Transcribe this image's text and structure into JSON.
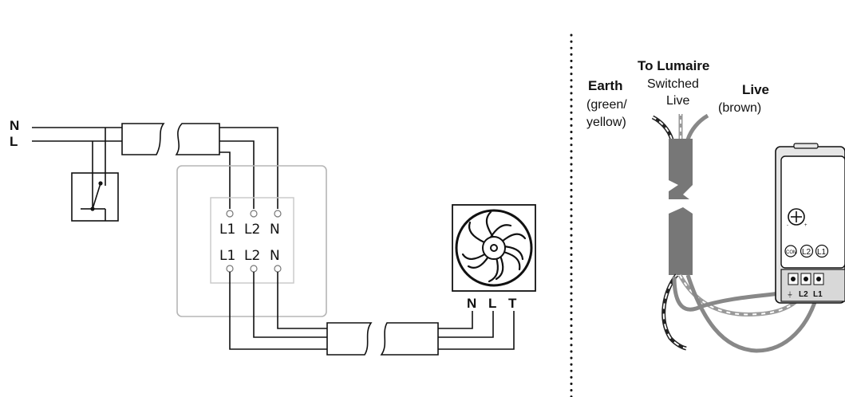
{
  "left_diagram": {
    "supply_labels": {
      "neutral": "N",
      "live": "L"
    },
    "switch_terminals_top": [
      "L1",
      "L2",
      "N"
    ],
    "switch_terminals_bottom": [
      "L1",
      "L2",
      "N"
    ],
    "fan_terminals": [
      "N",
      "L",
      "T"
    ]
  },
  "right_diagram": {
    "to_lumaire": "To Lumaire",
    "switched_live": [
      "Switched",
      "Live"
    ],
    "earth_title": "Earth",
    "earth_desc": [
      "(green/",
      "yellow)"
    ],
    "live_title": "Live",
    "live_desc": "(brown)",
    "module_terminals": [
      "COM",
      "L2",
      "L1"
    ],
    "module_bottom_terminals": [
      "L2",
      "L1"
    ]
  },
  "colors": {
    "ink": "#111111",
    "cable_grey": "#777777",
    "module_grey": "#e6e6e6"
  }
}
